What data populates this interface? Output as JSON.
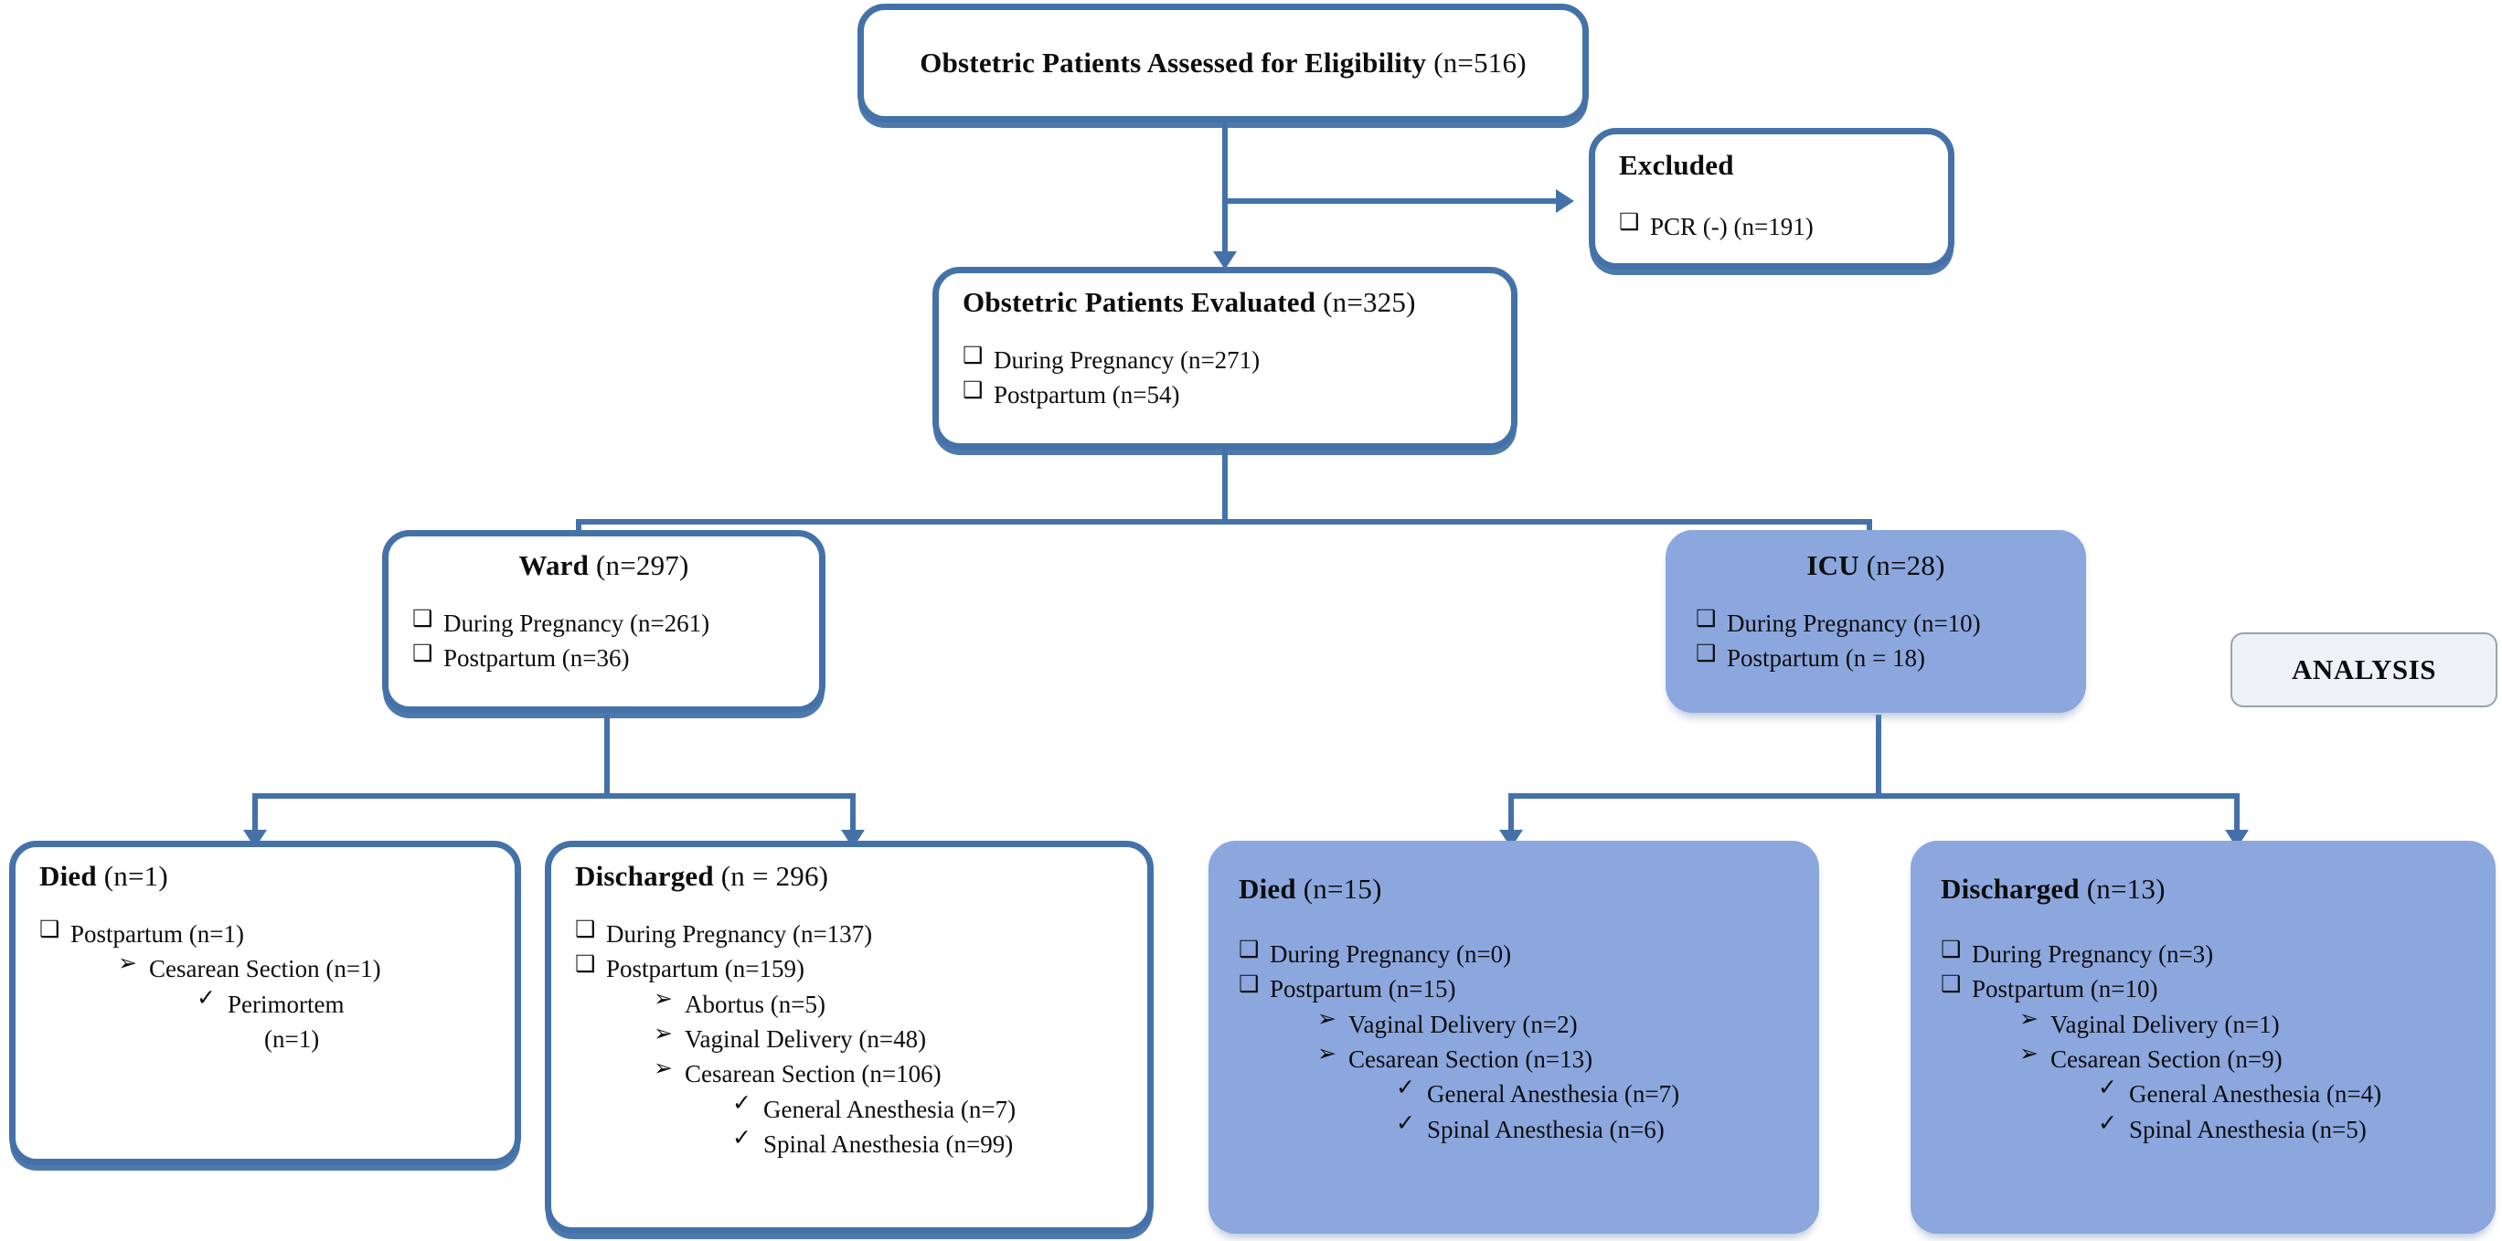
{
  "diagram": {
    "title": "Obstetric patient flow diagram",
    "colors": {
      "border_blue": "#4472A8",
      "fill_blue": "#8BA7DE",
      "analysis_fill": "#EEF1F8",
      "analysis_border": "#9AA3AD",
      "white": "#FFFFFF",
      "text": "#0D0D0D"
    },
    "glyphs": {
      "square": "❑",
      "arrow": "➢",
      "check": "✓"
    }
  },
  "nodes": {
    "assessed": {
      "title_bold": "Obstetric Patients Assessed for Eligibility",
      "title_count": "(n=516)"
    },
    "excluded": {
      "title_bold": "Excluded",
      "items": [
        {
          "glyph": "square-bullet-icon",
          "text": "PCR (-) (n=191)"
        }
      ]
    },
    "evaluated": {
      "title_bold": "Obstetric Patients Evaluated",
      "title_count": "(n=325)",
      "items": [
        {
          "glyph": "square-bullet-icon",
          "text": "During Pregnancy (n=271)"
        },
        {
          "glyph": "square-bullet-icon",
          "text": "Postpartum (n=54)"
        }
      ]
    },
    "ward": {
      "title_bold": "Ward",
      "title_count": "(n=297)",
      "items": [
        {
          "glyph": "square-bullet-icon",
          "text": "During Pregnancy (n=261)"
        },
        {
          "glyph": "square-bullet-icon",
          "text": "Postpartum (n=36)"
        }
      ]
    },
    "icu": {
      "title_bold": "ICU",
      "title_count": "(n=28)",
      "items": [
        {
          "glyph": "square-bullet-icon",
          "text": "During Pregnancy (n=10)"
        },
        {
          "glyph": "square-bullet-icon",
          "text": "Postpartum (n = 18)"
        }
      ]
    },
    "analysis": {
      "label": "ANALYSIS"
    },
    "ward_died": {
      "title_bold": "Died",
      "title_count": "(n=1)",
      "items": [
        {
          "level": 1,
          "glyph": "square-bullet-icon",
          "text": "Postpartum (n=1)"
        },
        {
          "level": 2,
          "glyph": "arrow-bullet-icon",
          "text": "Cesarean Section (n=1)"
        },
        {
          "level": 3,
          "glyph": "check-bullet-icon",
          "text": "Perimortem"
        },
        {
          "level": 3,
          "glyph": "none",
          "text": "(n=1)"
        }
      ]
    },
    "ward_discharged": {
      "title_bold": "Discharged",
      "title_count": "(n = 296)",
      "items": [
        {
          "level": 1,
          "glyph": "square-bullet-icon",
          "text": "During Pregnancy (n=137)"
        },
        {
          "level": 1,
          "glyph": "square-bullet-icon",
          "text": "Postpartum (n=159)"
        },
        {
          "level": 2,
          "glyph": "arrow-bullet-icon",
          "text": "Abortus (n=5)"
        },
        {
          "level": 2,
          "glyph": "arrow-bullet-icon",
          "text": "Vaginal Delivery (n=48)"
        },
        {
          "level": 2,
          "glyph": "arrow-bullet-icon",
          "text": "Cesarean Section (n=106)"
        },
        {
          "level": 3,
          "glyph": "check-bullet-icon",
          "text": "General Anesthesia (n=7)"
        },
        {
          "level": 3,
          "glyph": "check-bullet-icon",
          "text": "Spinal  Anesthesia (n=99)"
        }
      ]
    },
    "icu_died": {
      "title_bold": "Died",
      "title_count": "(n=15)",
      "items": [
        {
          "level": 1,
          "glyph": "square-bullet-icon",
          "text": "During Pregnancy (n=0)"
        },
        {
          "level": 1,
          "glyph": "square-bullet-icon",
          "text": "Postpartum (n=15)"
        },
        {
          "level": 2,
          "glyph": "arrow-bullet-icon",
          "text": "Vaginal Delivery (n=2)"
        },
        {
          "level": 2,
          "glyph": "arrow-bullet-icon",
          "text": "Cesarean Section (n=13)"
        },
        {
          "level": 3,
          "glyph": "check-bullet-icon",
          "text": "General Anesthesia (n=7)"
        },
        {
          "level": 3,
          "glyph": "check-bullet-icon",
          "text": "Spinal  Anesthesia (n=6)"
        }
      ]
    },
    "icu_discharged": {
      "title_bold": "Discharged",
      "title_count": "(n=13)",
      "items": [
        {
          "level": 1,
          "glyph": "square-bullet-icon",
          "text": "During Pregnancy (n=3)"
        },
        {
          "level": 1,
          "glyph": "square-bullet-icon",
          "text": "Postpartum (n=10)"
        },
        {
          "level": 2,
          "glyph": "arrow-bullet-icon",
          "text": "Vaginal Delivery (n=1)"
        },
        {
          "level": 2,
          "glyph": "arrow-bullet-icon",
          "text": "Cesarean Section (n=9)"
        },
        {
          "level": 3,
          "glyph": "check-bullet-icon",
          "text": "General Anesthesia (n=4)"
        },
        {
          "level": 3,
          "glyph": "check-bullet-icon",
          "text": "Spinal  Anesthesia (n=5)"
        }
      ]
    }
  }
}
